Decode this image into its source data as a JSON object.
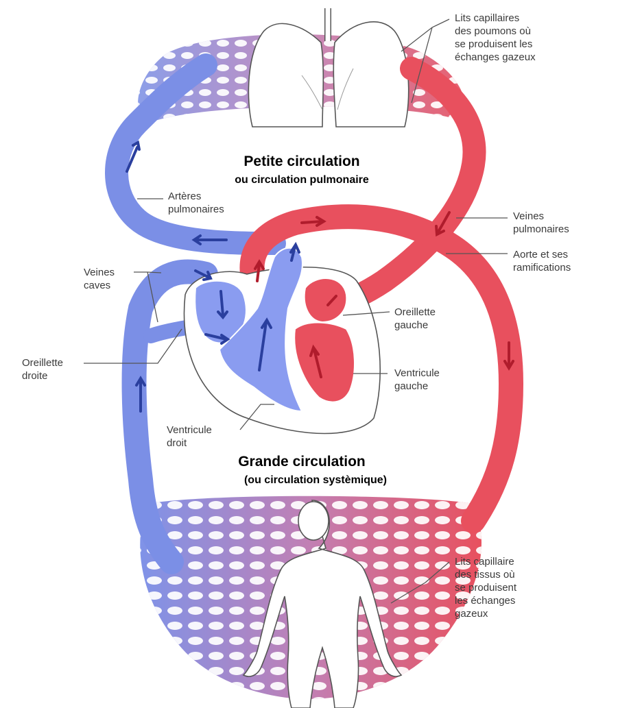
{
  "titles": {
    "petite_main": "Petite circulation",
    "petite_sub": "ou circulation pulmonaire",
    "grande_main": "Grande circulation",
    "grande_sub": "(ou circulation systèmique)"
  },
  "labels": {
    "lung_capillaries": "Lits capillaires\ndes poumons où\nse produisent les\néchanges gazeux",
    "pulmonary_arteries": "Artères\npulmonaires",
    "pulmonary_veins": "Veines\npulmonaires",
    "aorta": "Aorte et ses\nramifications",
    "venae_cavae": "Veines\ncaves",
    "left_atrium": "Oreillette\ngauche",
    "right_atrium": "Oreillette\ndroite",
    "left_ventricle": "Ventricule\ngauche",
    "right_ventricle": "Ventricule\ndroit",
    "tissue_capillaries": "Lits capillaire\ndes tissus où\nse produisent\nles échanges\ngazeux"
  },
  "colors": {
    "oxygenated": "#e8505e",
    "deoxygenated": "#7b8fe6",
    "arrow_red": "#b01c2c",
    "arrow_blue": "#2a3f9e",
    "capillary_mix": "#b07ab8"
  }
}
